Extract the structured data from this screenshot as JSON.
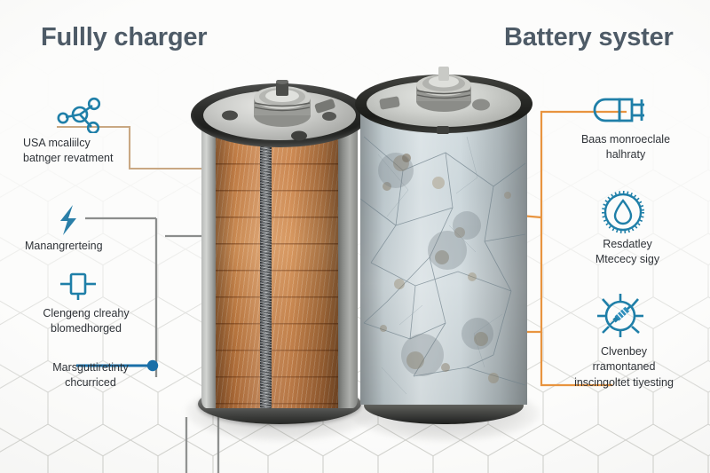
{
  "titles": {
    "left": "Fullly charger",
    "right": "Battery syster"
  },
  "colors": {
    "title": "#4e5b67",
    "icon_blue": "#1f7fa8",
    "connector_left_tan": "#c9a883",
    "connector_left_gray": "#8b8d8c",
    "connector_left_blue": "#1a6fa8",
    "connector_right_orange": "#e8943f",
    "label_text": "#2f3338",
    "background": "#fcfcfb",
    "battery_charged": "#c98147",
    "battery_degraded": "#c6d2d7"
  },
  "left_labels": [
    {
      "id": "usa-metallicy",
      "icon": "molecule-network-icon",
      "text": "USA  mcaliilcy\nbatnger revatment"
    },
    {
      "id": "manangrerteing",
      "icon": "lightning-bolt-icon",
      "text": "Manangrerteing"
    },
    {
      "id": "clengeng-clreahy",
      "icon": "battery-cell-icon",
      "text": "Clengeng clreahy\nblomedhorged"
    },
    {
      "id": "marsguttiretinty",
      "icon": "",
      "text": "Marsguttiretinty\nchcurriced"
    }
  ],
  "right_labels": [
    {
      "id": "baas-monroeclale",
      "icon": "power-plug-icon",
      "text": "Baas monroeclale\nhalhraty"
    },
    {
      "id": "resdatley-mtececy",
      "icon": "water-drop-circle-icon",
      "text": "Resdatley\nMtececy sigy"
    },
    {
      "id": "clvenbey-rramontaned",
      "icon": "virus-syringe-icon",
      "text": "Clvenbey\nrramontaned\ninscingoltet tiyesting"
    }
  ],
  "objects": {
    "left_battery": "cutaway-cylindrical-battery-copper-electrode-roll",
    "right_battery": "cylindrical-battery-cracked-corroded-surface"
  },
  "background": {
    "pattern": "hexagon-honeycomb"
  }
}
